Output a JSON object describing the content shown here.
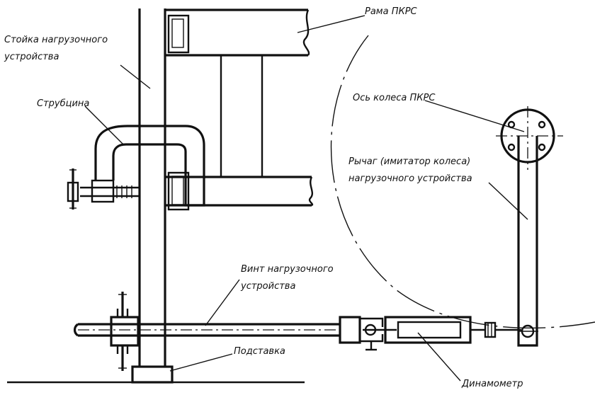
{
  "labels": {
    "frame": "Рама ПКРС",
    "post_line1": "Стойка нагрузочного",
    "post_line2": "устройства",
    "clamp": "Струбцина",
    "wheel_axis": "Ось колеса ПКРС",
    "lever_line1": "Рычаг (имитатор колеса)",
    "lever_line2": "нагрузочного устройства",
    "screw_line1": "Винт нагрузочного",
    "screw_line2": "устройства",
    "base": "Подставка",
    "dynamometer": "Динамометр"
  }
}
